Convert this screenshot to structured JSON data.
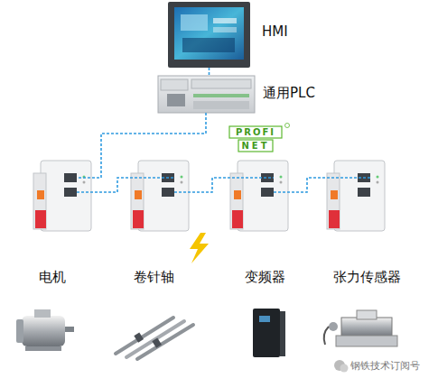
{
  "diagram": {
    "nodes": [
      {
        "text": [
          "HMI"
        ]
      },
      {
        "text": [
          "通用PLC"
        ]
      },
      {
        "text": [
          "电机"
        ]
      },
      {
        "text": [
          "卷针轴"
        ]
      },
      {
        "text": [
          "变频器"
        ]
      },
      {
        "text": [
          "张力传感器"
        ]
      }
    ],
    "edges": [
      {
        "from": 0,
        "to": 1,
        "arrow": "none"
      }
    ],
    "labels": [
      "PROFI",
      "NET",
      "钢铁技术订阅号"
    ]
  }
}
